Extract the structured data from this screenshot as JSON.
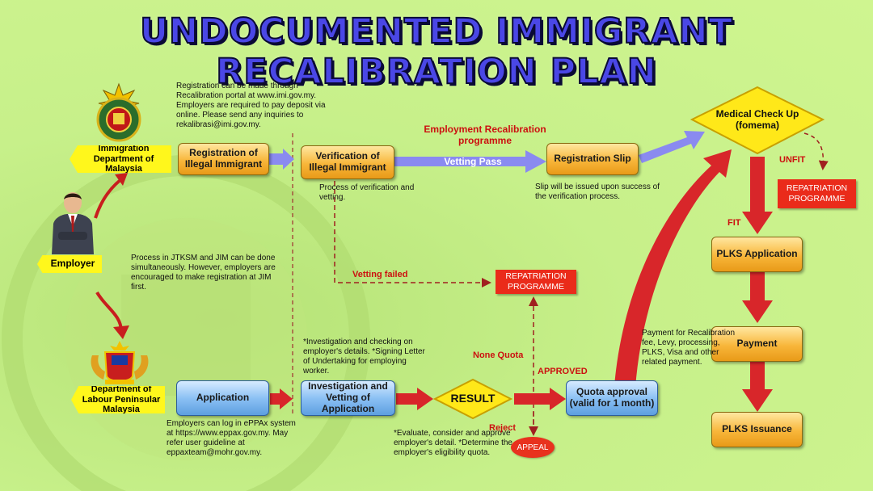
{
  "title": "UNDOCUMENTED IMMIGRANT RECALIBRATION PLAN",
  "actors": {
    "immigration": "Immigration Department of Malaysia",
    "employer": "Employer",
    "labour": "Department of Labour Peninsular Malaysia"
  },
  "boxes": {
    "registration": "Registration of Illegal Immigrant",
    "verification": "Verification of Illegal Immigrant",
    "registration_slip": "Registration Slip",
    "application": "Application",
    "investigation": "Investigation and Vetting of Application",
    "quota": "Quota approval (valid for 1 month)",
    "plks_application": "PLKS Application",
    "payment": "Payment",
    "plks_issuance": "PLKS Issuance",
    "result": "RESULT",
    "medical": "Medical Check Up (fomema)",
    "appeal": "APPEAL",
    "repatriation_mid": "REPATRIATION PROGRAMME",
    "repatriation_top": "REPATRIATION PROGRAMME"
  },
  "labels": {
    "employment_recal": "Employment Recalibration programme",
    "vetting_pass": "Vetting Pass",
    "vetting_failed": "Vetting failed",
    "none_quota": "None Quota",
    "approved": "APPROVED",
    "reject": "Reject",
    "unfit": "UNFIT",
    "fit": "FIT"
  },
  "notes": {
    "registration": "Registration can be made through Recalibration portal at www.imi.gov.my. Employers are required to pay deposit via online. Please send any inquiries to rekalibrasi@imi.gov.my.",
    "verification": "Process of verification and vetting.",
    "slip": "Slip will be issued upon success of the verification process.",
    "employer": "Process in JTKSM and JIM can be done simultaneously. However, employers are encouraged to make registration at JIM first.",
    "investigation": "*Investigation and checking on employer's details. *Signing Letter of Undertaking for employing worker.",
    "application": "Employers can log in ePPAx system at https://www.eppax.gov.my. May refer user guideline at eppaxteam@mohr.gov.my.",
    "result": "*Evaluate, consider and approve employer's detail. *Determine the employer's eligibility quota.",
    "payment": "Payment for Recalibration fee, Levy, processing, PLKS, Visa and other related payment."
  },
  "colors": {
    "background": "#c9f28a",
    "title": "#4a47e6",
    "arrow_red": "#d8262a",
    "arrow_blue": "#8a8af0",
    "box_orange": "#f8b63a",
    "box_blue": "#8cc1f4",
    "diamond": "#ffe819"
  },
  "icons": {
    "immigration_logo": "immigration-emblem-icon",
    "employer": "businessman-icon",
    "labour_logo": "malaysia-coat-of-arms-icon"
  }
}
